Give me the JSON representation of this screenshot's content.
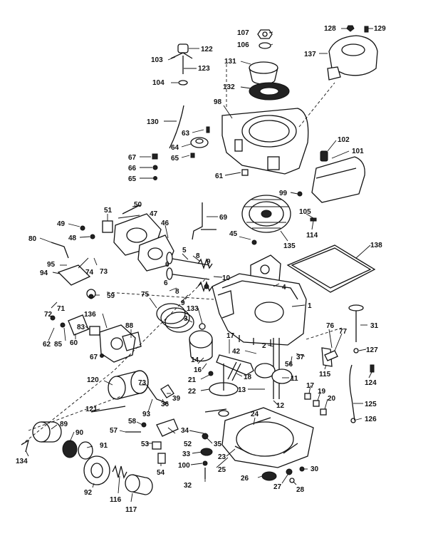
{
  "callouts": {
    "c107": "107",
    "c106": "106",
    "c128": "128",
    "c129": "129",
    "c122": "122",
    "c103": "103",
    "c123": "123",
    "c131": "131",
    "c137": "137",
    "c104": "104",
    "c132": "132",
    "c98": "98",
    "c130": "130",
    "c63": "63",
    "c64": "64",
    "c65a": "65",
    "c67": "67",
    "c66": "66",
    "c65b": "65",
    "c61": "61",
    "c102": "102",
    "c101": "101",
    "c99": "99",
    "c105": "105",
    "c114": "114",
    "c50": "50",
    "c51": "51",
    "c47": "47",
    "c49": "49",
    "c48": "48",
    "c69": "69",
    "c46": "46",
    "c45": "45",
    "c135": "135",
    "c80": "80",
    "c138": "138",
    "c74": "74",
    "c73": "73",
    "c94": "94",
    "c95": "95",
    "c5": "5",
    "c8a": "8",
    "c9a": "9",
    "c10": "10",
    "c6a": "6",
    "c6b": "6",
    "c8b": "8",
    "c9b": "9",
    "c4": "4",
    "c75": "75",
    "c59": "59",
    "c72": "72",
    "c71": "71",
    "c3": "3",
    "c133": "133",
    "c1": "1",
    "c136": "136",
    "c83": "83",
    "c2": "2",
    "c62": "62",
    "c85": "85",
    "c60": "60",
    "c88": "88",
    "c67b": "67",
    "c17": "17",
    "c42": "42",
    "c14": "14",
    "c16": "16",
    "c76": "76",
    "c77": "77",
    "c37": "37",
    "c56": "56",
    "c115": "115",
    "c31": "31",
    "c127": "127",
    "c124": "124",
    "c120": "120",
    "c11": "11",
    "c18": "18",
    "c21": "21",
    "c22": "22",
    "c13": "13",
    "c73b": "73",
    "c39": "39",
    "c17b": "17",
    "c19": "19",
    "c20": "20",
    "c12": "12",
    "c125": "125",
    "c121": "121",
    "c93": "93",
    "c36": "36",
    "c23": "23",
    "c126": "126",
    "c89": "89",
    "c58": "58",
    "c57": "57",
    "c90": "90",
    "c34": "34",
    "c35": "35",
    "c52": "52",
    "c91": "91",
    "c53": "53",
    "c33": "33",
    "c134": "134",
    "c54": "54",
    "c100": "100",
    "c24": "24",
    "c30": "30",
    "c25": "25",
    "c92": "92",
    "c116": "116",
    "c26": "26",
    "c32": "32",
    "c27": "27",
    "c28": "28",
    "c117": "117"
  },
  "icons": [
    "crankcase-icon",
    "flywheel-icon",
    "blower-housing-icon",
    "carburetor-icon",
    "muffler-icon",
    "starter-icon",
    "oil-sump-icon",
    "crankshaft-icon"
  ]
}
